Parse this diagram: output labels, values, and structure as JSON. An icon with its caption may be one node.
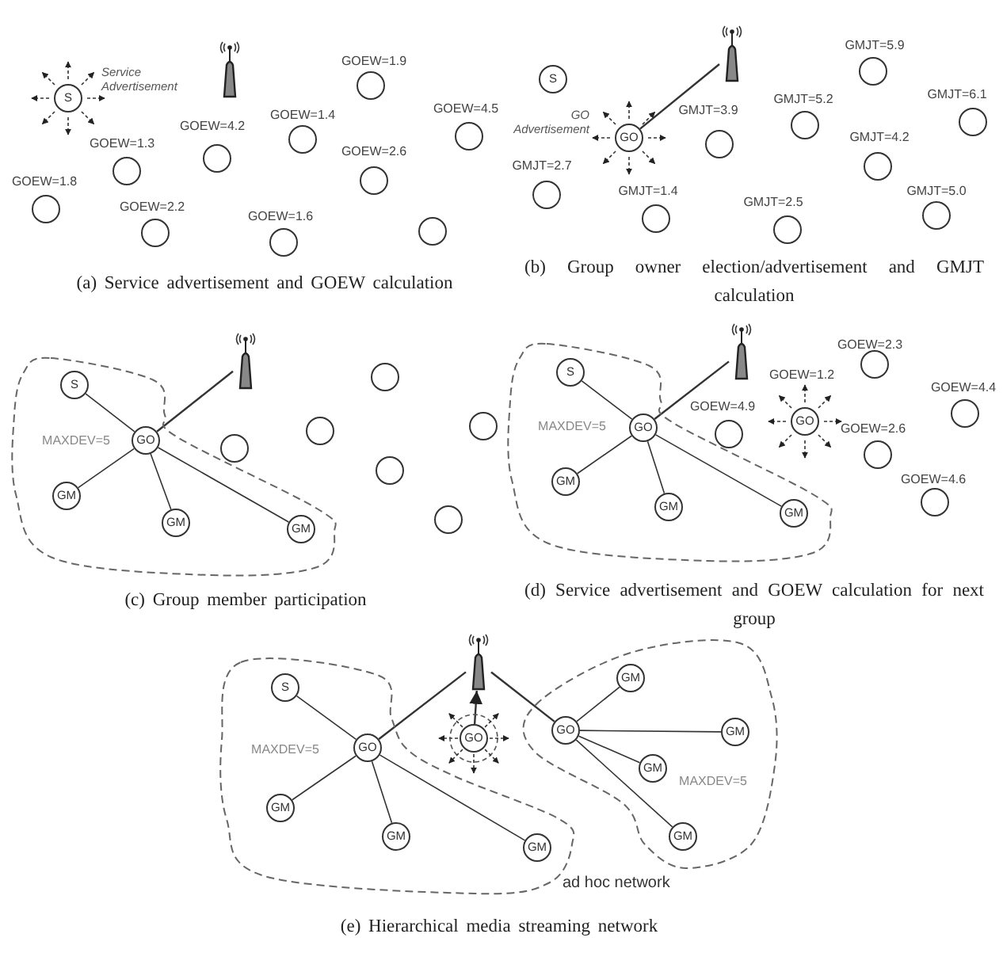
{
  "diagram": {
    "nodes": [
      {
        "text": [
          "S"
        ],
        "beside": [
          "Service Advertisement"
        ]
      },
      {
        "text": [],
        "shape": "antenna"
      },
      {
        "text": [],
        "shape": "circle",
        "beside": [
          "GOEW=1.9"
        ]
      },
      {
        "text": [],
        "shape": "circle",
        "beside": [
          "GOEW=4.5"
        ]
      },
      {
        "text": [],
        "shape": "circle",
        "beside": [
          "GOEW=1.4"
        ]
      },
      {
        "text": [],
        "shape": "circle",
        "beside": [
          "GOEW=4.2"
        ]
      },
      {
        "text": [],
        "shape": "circle",
        "beside": [
          "GOEW=1.3"
        ]
      },
      {
        "text": [],
        "shape": "circle",
        "beside": [
          "GOEW=2.6"
        ]
      },
      {
        "text": [],
        "shape": "circle",
        "beside": [
          "GOEW=1.8"
        ]
      },
      {
        "text": [],
        "shape": "circle",
        "beside": [
          "GOEW=2.2"
        ]
      },
      {
        "text": [],
        "shape": "circle",
        "beside": [
          "GOEW=1.6"
        ]
      },
      {
        "text": [],
        "shape": "circle"
      },
      {
        "text": [
          "S"
        ]
      },
      {
        "text": [],
        "shape": "antenna"
      },
      {
        "text": [],
        "shape": "circle",
        "beside": [
          "GMJT=5.9"
        ]
      },
      {
        "text": [],
        "shape": "circle",
        "beside": [
          "GMJT=6.1"
        ]
      },
      {
        "text": [],
        "shape": "circle",
        "beside": [
          "GMJT=5.2"
        ]
      },
      {
        "text": [
          "GO"
        ],
        "beside": [
          "GO Advertisement"
        ]
      },
      {
        "text": [],
        "shape": "circle",
        "beside": [
          "GMJT=3.9"
        ]
      },
      {
        "text": [],
        "shape": "circle",
        "beside": [
          "GMJT=4.2"
        ]
      },
      {
        "text": [],
        "shape": "circle",
        "beside": [
          "GMJT=2.7"
        ]
      },
      {
        "text": [],
        "shape": "circle",
        "beside": [
          "GMJT=5.0"
        ]
      },
      {
        "text": [],
        "shape": "circle",
        "beside": [
          "GMJT=1.4"
        ]
      },
      {
        "text": [],
        "shape": "circle",
        "beside": [
          "GMJT=2.5"
        ]
      },
      {
        "text": [
          "MAXDEV=5"
        ]
      },
      {
        "text": [
          "S"
        ],
        "in": 24
      },
      {
        "text": [
          "GO"
        ],
        "in": 24
      },
      {
        "text": [
          "GM"
        ],
        "in": 24
      },
      {
        "text": [
          "GM"
        ],
        "in": 24
      },
      {
        "text": [
          "GM"
        ],
        "in": 24
      },
      {
        "text": [],
        "shape": "antenna"
      },
      {
        "text": [],
        "shape": "circle"
      },
      {
        "text": [],
        "shape": "circle"
      },
      {
        "text": [],
        "shape": "circle"
      },
      {
        "text": [],
        "shape": "circle"
      },
      {
        "text": [],
        "shape": "circle"
      },
      {
        "text": [],
        "shape": "circle"
      },
      {
        "text": [
          "MAXDEV=5"
        ]
      },
      {
        "text": [
          "S"
        ],
        "in": 37
      },
      {
        "text": [
          "GO"
        ],
        "in": 37
      },
      {
        "text": [
          "GM"
        ],
        "in": 37
      },
      {
        "text": [
          "GM"
        ],
        "in": 37
      },
      {
        "text": [
          "GM"
        ],
        "in": 37
      },
      {
        "text": [],
        "shape": "antenna"
      },
      {
        "text": [],
        "shape": "circle",
        "beside": [
          "GOEW=2.3"
        ]
      },
      {
        "text": [
          "GO"
        ],
        "beside": [
          "GOEW=1.2"
        ]
      },
      {
        "text": [],
        "shape": "circle",
        "beside": [
          "GOEW=4.4"
        ]
      },
      {
        "text": [],
        "shape": "circle",
        "beside": [
          "GOEW=4.9"
        ]
      },
      {
        "text": [],
        "shape": "circle",
        "beside": [
          "GOEW=2.6"
        ]
      },
      {
        "text": [],
        "shape": "circle",
        "beside": [
          "GOEW=4.6"
        ]
      },
      {
        "text": [
          "MAXDEV=5"
        ]
      },
      {
        "text": [
          "S"
        ],
        "in": 50
      },
      {
        "text": [
          "GO"
        ],
        "in": 50
      },
      {
        "text": [
          "GM"
        ],
        "in": 50
      },
      {
        "text": [
          "GM"
        ],
        "in": 50
      },
      {
        "text": [
          "GM"
        ],
        "in": 50
      },
      {
        "text": [],
        "shape": "antenna"
      },
      {
        "text": [
          "GO"
        ]
      },
      {
        "text": [
          "MAXDEV=5"
        ]
      },
      {
        "text": [
          "GO"
        ],
        "in": 58
      },
      {
        "text": [
          "GM"
        ],
        "in": 58
      },
      {
        "text": [
          "GM"
        ],
        "in": 58
      },
      {
        "text": [
          "GM"
        ],
        "in": 58
      },
      {
        "text": [
          "GM"
        ],
        "in": 58
      }
    ],
    "edges": [
      {
        "from": 17,
        "to": 13,
        "arrow": "none"
      },
      {
        "from": 26,
        "to": 25,
        "arrow": "none"
      },
      {
        "from": 26,
        "to": 27,
        "arrow": "none"
      },
      {
        "from": 26,
        "to": 28,
        "arrow": "none"
      },
      {
        "from": 26,
        "to": 29,
        "arrow": "none"
      },
      {
        "from": 26,
        "to": 30,
        "arrow": "none"
      },
      {
        "from": 39,
        "to": 38,
        "arrow": "none"
      },
      {
        "from": 39,
        "to": 40,
        "arrow": "none"
      },
      {
        "from": 39,
        "to": 41,
        "arrow": "none"
      },
      {
        "from": 39,
        "to": 42,
        "arrow": "none"
      },
      {
        "from": 39,
        "to": 43,
        "arrow": "none"
      },
      {
        "from": 52,
        "to": 51,
        "arrow": "none"
      },
      {
        "from": 52,
        "to": 53,
        "arrow": "none"
      },
      {
        "from": 52,
        "to": 54,
        "arrow": "none"
      },
      {
        "from": 52,
        "to": 55,
        "arrow": "none"
      },
      {
        "from": 52,
        "to": 56,
        "arrow": "none"
      },
      {
        "from": 57,
        "to": 56,
        "arrow": "to"
      },
      {
        "from": 59,
        "to": 56,
        "arrow": "none"
      },
      {
        "from": 59,
        "to": 60,
        "arrow": "none"
      },
      {
        "from": 59,
        "to": 61,
        "arrow": "none"
      },
      {
        "from": 59,
        "to": 62,
        "arrow": "none"
      },
      {
        "from": 59,
        "to": 63,
        "arrow": "none"
      }
    ],
    "labels": [
      "(a) Service advertisement and GOEW calculation",
      "(b) Group owner election/advertisement and GMJT calculation",
      "(c) Group member participation",
      "(d) Service advertisement and GOEW calculation for next group",
      "ad hoc network",
      "(e) Hierarchical media streaming network"
    ]
  }
}
